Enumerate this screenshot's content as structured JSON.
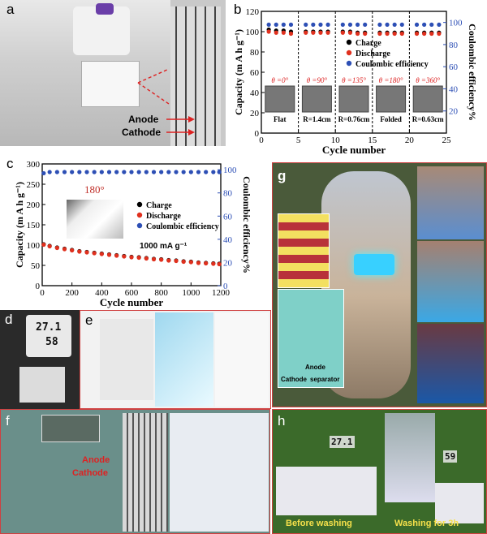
{
  "panels": {
    "a": {
      "label": "a",
      "anode": "Anode",
      "cathode": "Cathode"
    },
    "b": {
      "label": "b"
    },
    "c": {
      "label": "c",
      "angle": "180°",
      "rate": "1000 mA  g⁻¹"
    },
    "d": {
      "label": "d",
      "lcd_top": "27.1",
      "lcd_bottom": "58"
    },
    "e": {
      "label": "e"
    },
    "f": {
      "label": "f",
      "anode": "Anode",
      "cathode": "Cathode"
    },
    "g": {
      "label": "g",
      "anode": "Anode",
      "cathode": "Cathode",
      "separator": "separator"
    },
    "h": {
      "label": "h",
      "before": "Before washing",
      "after": "Washing for 3h",
      "lcd_left": "27.1",
      "lcd_right": "59"
    }
  },
  "chart_data": [
    {
      "id": "b",
      "type": "scatter",
      "xlabel": "Cycle number",
      "ylabel": "Capacity (m A h g⁻¹)",
      "y2label": "Coulombic efficiency%",
      "xlim": [
        0,
        25
      ],
      "ylim": [
        0,
        120
      ],
      "y2lim": [
        0,
        110
      ],
      "xticks": [
        "0",
        "5",
        "10",
        "15",
        "20",
        "25"
      ],
      "yticks": [
        "0",
        "20",
        "40",
        "60",
        "80",
        "100",
        "120"
      ],
      "y2ticks": [
        "20",
        "40",
        "60",
        "80",
        "100"
      ],
      "legend": [
        "Charge",
        "Discharge",
        "Coulombic efficiency"
      ],
      "dividers": [
        5,
        10,
        15,
        20
      ],
      "segments": [
        {
          "angle": "θ =0°",
          "caption": "Flat"
        },
        {
          "angle": "θ =90°",
          "caption": "R=1.4cm"
        },
        {
          "angle": "θ =135°",
          "caption": "R=0.76cm"
        },
        {
          "angle": "θ =180°",
          "caption": "Folded"
        },
        {
          "angle": "θ =360°",
          "caption": "R=0.63cm"
        }
      ],
      "series": [
        {
          "name": "Charge",
          "color": "#000000",
          "x": [
            1,
            2,
            3,
            4,
            6,
            7,
            8,
            9,
            11,
            12,
            13,
            14,
            16,
            17,
            18,
            19,
            21,
            22,
            23,
            24
          ],
          "y": [
            102,
            101,
            101,
            100,
            100,
            100,
            100,
            100,
            100,
            100,
            99,
            99,
            99,
            99,
            99,
            99,
            99,
            99,
            99,
            99
          ]
        },
        {
          "name": "Discharge",
          "color": "#e0301e",
          "x": [
            1,
            2,
            3,
            4,
            6,
            7,
            8,
            9,
            11,
            12,
            13,
            14,
            16,
            17,
            18,
            19,
            21,
            22,
            23,
            24
          ],
          "y": [
            100,
            99,
            99,
            98,
            99,
            99,
            99,
            99,
            99,
            99,
            98,
            98,
            98,
            98,
            98,
            98,
            98,
            98,
            98,
            98
          ]
        },
        {
          "name": "Coulombic efficiency",
          "color": "#2d4fb5",
          "axis": "right",
          "x": [
            1,
            2,
            3,
            4,
            6,
            7,
            8,
            9,
            11,
            12,
            13,
            14,
            16,
            17,
            18,
            19,
            21,
            22,
            23,
            24
          ],
          "y": [
            98,
            98,
            98,
            98,
            98,
            98,
            98,
            98,
            98,
            98,
            98,
            98,
            98,
            98,
            98,
            98,
            98,
            98,
            98,
            98
          ]
        }
      ]
    },
    {
      "id": "c",
      "type": "scatter",
      "xlabel": "Cycle number",
      "ylabel": "Capacity (m A h g⁻¹)",
      "y2label": "Coulombic efficiency%",
      "xlim": [
        0,
        1200
      ],
      "ylim": [
        0,
        300
      ],
      "y2lim": [
        0,
        105
      ],
      "xticks": [
        "0",
        "200",
        "400",
        "600",
        "800",
        "1000",
        "1200"
      ],
      "yticks": [
        "0",
        "50",
        "100",
        "150",
        "200",
        "250",
        "300"
      ],
      "y2ticks": [
        "0",
        "20",
        "40",
        "60",
        "80",
        "100"
      ],
      "legend": [
        "Charge",
        "Discharge",
        "Coulombic efficiency"
      ],
      "series": [
        {
          "name": "Charge",
          "color": "#000000",
          "x": [
            10,
            50,
            100,
            150,
            200,
            250,
            300,
            350,
            400,
            450,
            500,
            550,
            600,
            650,
            700,
            750,
            800,
            850,
            900,
            950,
            1000,
            1050,
            1100,
            1150,
            1190
          ],
          "y": [
            102,
            98,
            94,
            91,
            88,
            85,
            83,
            81,
            79,
            77,
            75,
            73,
            71,
            70,
            68,
            66,
            65,
            63,
            62,
            60,
            59,
            57,
            56,
            55,
            54
          ]
        },
        {
          "name": "Discharge",
          "color": "#e0301e",
          "x": [
            10,
            50,
            100,
            150,
            200,
            250,
            300,
            350,
            400,
            450,
            500,
            550,
            600,
            650,
            700,
            750,
            800,
            850,
            900,
            950,
            1000,
            1050,
            1100,
            1150,
            1190
          ],
          "y": [
            101,
            97,
            93,
            90,
            87,
            84,
            82,
            80,
            78,
            76,
            74,
            72,
            70,
            69,
            67,
            65,
            64,
            62,
            61,
            59,
            58,
            56,
            55,
            54,
            53
          ]
        },
        {
          "name": "Coulombic efficiency",
          "color": "#2d4fb5",
          "axis": "right",
          "x": [
            10,
            50,
            100,
            150,
            200,
            250,
            300,
            350,
            400,
            450,
            500,
            550,
            600,
            650,
            700,
            750,
            800,
            850,
            900,
            950,
            1000,
            1050,
            1100,
            1150,
            1190
          ],
          "y": [
            97,
            98,
            98,
            98,
            98,
            98,
            98,
            98,
            98,
            98,
            98,
            98,
            98,
            98,
            98,
            98,
            98,
            98,
            98,
            98,
            98,
            98,
            98,
            98,
            98
          ]
        }
      ]
    }
  ]
}
